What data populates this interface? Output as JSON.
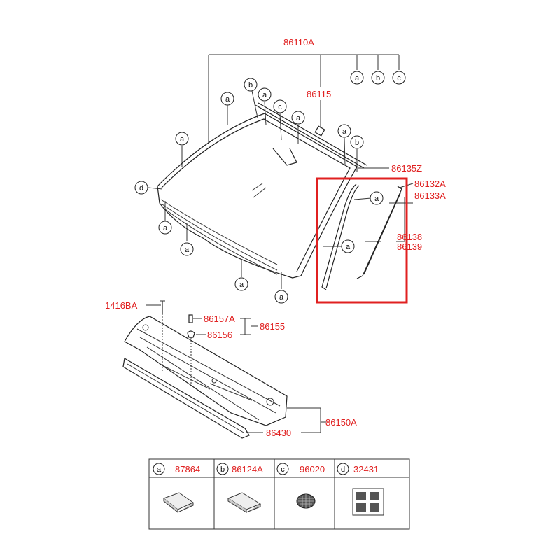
{
  "parts": {
    "p86110A": "86110A",
    "p86115": "86115",
    "p86135Z": "86135Z",
    "p86132A": "86132A",
    "p86133A": "86133A",
    "p86138": "86138",
    "p86139": "86139",
    "p1416BA": "1416BA",
    "p86157A": "86157A",
    "p86155": "86155",
    "p86156": "86156",
    "p86150A": "86150A",
    "p86430": "86430"
  },
  "letters": {
    "a": "a",
    "b": "b",
    "c": "c",
    "d": "d"
  },
  "legend": [
    {
      "letter": "a",
      "part": "87864",
      "icon": "rubber-block"
    },
    {
      "letter": "b",
      "part": "86124A",
      "icon": "clip-block"
    },
    {
      "letter": "c",
      "part": "96020",
      "icon": "round-mesh-pad"
    },
    {
      "letter": "d",
      "part": "32431",
      "icon": "label-sticker"
    }
  ],
  "colors": {
    "part_number": "#e02020",
    "highlight": "#e02020",
    "line": "#333333"
  }
}
